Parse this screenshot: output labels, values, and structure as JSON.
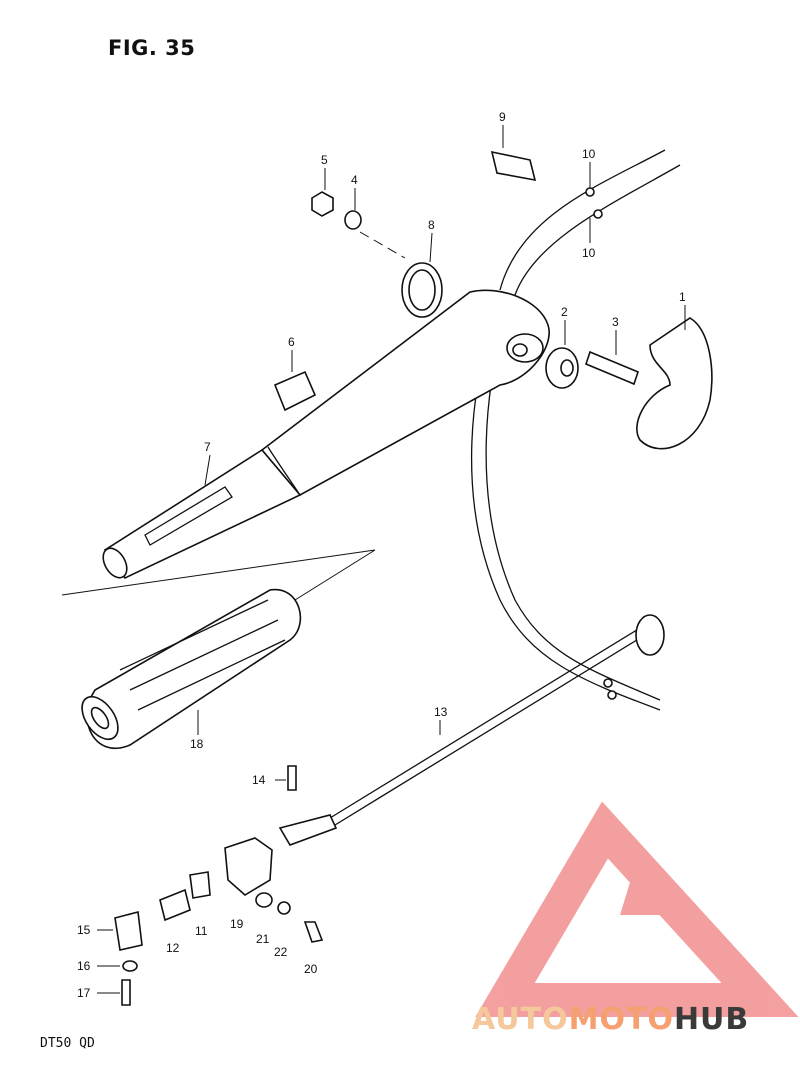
{
  "figure": {
    "title": "FIG. 35",
    "model_code": "DT50  QD"
  },
  "watermark": {
    "part1": "AUTO",
    "part2": "MOTO",
    "part3": "HUB",
    "color_light": "#f4c89a",
    "color_dark": "#3a3a3a",
    "logo_color": "#f08080"
  },
  "callouts": {
    "c1": "1",
    "c2": "2",
    "c3": "3",
    "c4": "4",
    "c5": "5",
    "c6": "6",
    "c7": "7",
    "c8": "8",
    "c9": "9",
    "c10a": "10",
    "c10b": "10",
    "c11": "11",
    "c12": "12",
    "c13": "13",
    "c14": "14",
    "c15": "15",
    "c16": "16",
    "c17": "17",
    "c18": "18",
    "c19": "19",
    "c20": "20",
    "c21": "21",
    "c22": "22"
  }
}
